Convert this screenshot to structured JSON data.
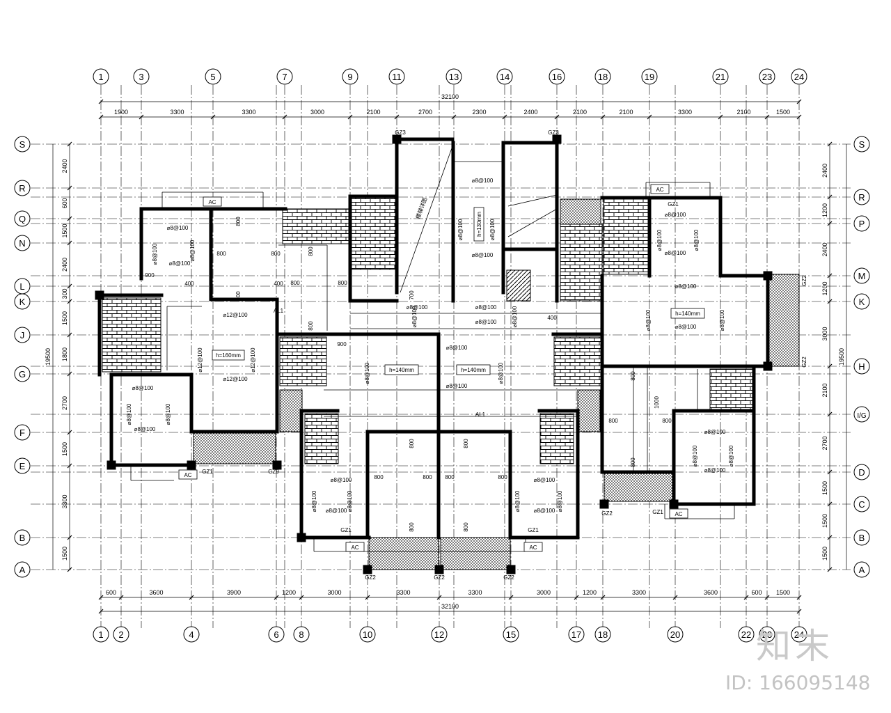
{
  "axes": {
    "top": [
      "1",
      "3",
      "5",
      "7",
      "9",
      "11",
      "13",
      "14",
      "16",
      "18",
      "19",
      "21",
      "23",
      "24"
    ],
    "bottom": [
      "1",
      "2",
      "4",
      "6",
      "8",
      "10",
      "12",
      "15",
      "17",
      "18",
      "20",
      "22",
      "23",
      "24"
    ],
    "left": [
      "S",
      "R",
      "Q",
      "N",
      "L",
      "K",
      "J",
      "G",
      "F",
      "E",
      "B",
      "A"
    ],
    "right": [
      "S",
      "R",
      "P",
      "M",
      "K",
      "H",
      "I/G",
      "D",
      "C",
      "B",
      "A"
    ]
  },
  "dims": {
    "top_total": "32100",
    "top": [
      "1900",
      "3300",
      "3300",
      "3000",
      "2100",
      "2700",
      "2300",
      "2400",
      "2100",
      "2100",
      "3300",
      "2100",
      "1500"
    ],
    "bottom_total": "32100",
    "bottom": [
      "600",
      "3600",
      "3900",
      "1200",
      "3000",
      "3300",
      "3300",
      "3000",
      "1200",
      "3300",
      "3600",
      "600",
      "1500"
    ],
    "left_total": "19500",
    "left": [
      "2400",
      "600",
      "1500",
      "2400",
      "300",
      "1500",
      "1800",
      "2700",
      "1500",
      "3300",
      "1500"
    ],
    "right_total": "19500",
    "right": [
      "2400",
      "1200",
      "2400",
      "1200",
      "3000",
      "2100",
      "2700",
      "1500",
      "1500",
      "1500"
    ]
  },
  "labels": {
    "slab_h160": "h=160mm",
    "slab_h140a": "h=140mm",
    "slab_h140b": "h=140mm",
    "slab_h140c": "h=140mm",
    "slab_h130": "h=130mm",
    "rebar_8": "⌀8@100",
    "rebar_12": "⌀12@100",
    "gz1": "GZ1",
    "gz2": "GZ2",
    "gz3": "GZ3",
    "gz9": "GZ9",
    "ac": "AC",
    "al1": "AL1",
    "d800": "800",
    "d900": "900",
    "d400": "400",
    "d1000": "1000",
    "d700": "700",
    "stair_note": "楼梯详图"
  },
  "watermark": {
    "logo": "知末",
    "id": "ID: 166095148"
  }
}
